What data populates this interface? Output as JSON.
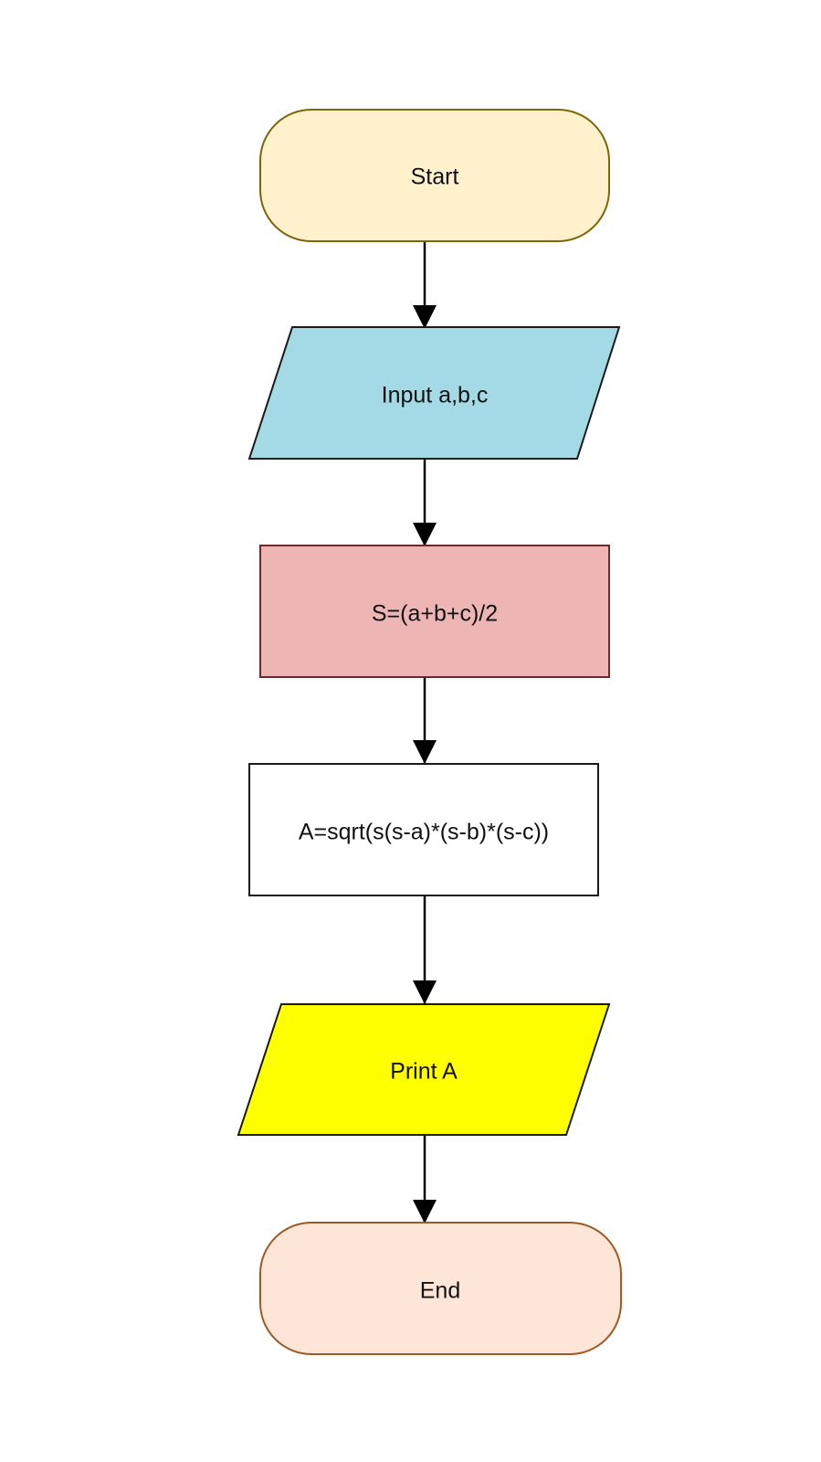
{
  "flowchart": {
    "nodes": [
      {
        "id": "start",
        "shape": "terminal",
        "label": "Start",
        "fill": "#fff1cc",
        "stroke": "#7d6608"
      },
      {
        "id": "input",
        "shape": "parallelogram",
        "label": "Input a,b,c",
        "fill": "#a3dae6",
        "stroke": "#1a1a1a"
      },
      {
        "id": "compute-s",
        "shape": "process",
        "label": "S=(a+b+c)/2",
        "fill": "#edb6b5",
        "stroke": "#6b2a2a"
      },
      {
        "id": "compute-a",
        "shape": "process",
        "label": "A=sqrt(s(s-a)*(s-b)*(s-c))",
        "fill": "#ffffff",
        "stroke": "#1a1a1a"
      },
      {
        "id": "print",
        "shape": "parallelogram",
        "label": "Print A",
        "fill": "#ffff00",
        "stroke": "#1a1a1a"
      },
      {
        "id": "end",
        "shape": "terminal",
        "label": "End",
        "fill": "#fde6d8",
        "stroke": "#9c5a24"
      }
    ],
    "edges": [
      {
        "from": "start",
        "to": "input"
      },
      {
        "from": "input",
        "to": "compute-s"
      },
      {
        "from": "compute-s",
        "to": "compute-a"
      },
      {
        "from": "compute-a",
        "to": "print"
      },
      {
        "from": "print",
        "to": "end"
      }
    ],
    "edge_color": "#000000"
  }
}
